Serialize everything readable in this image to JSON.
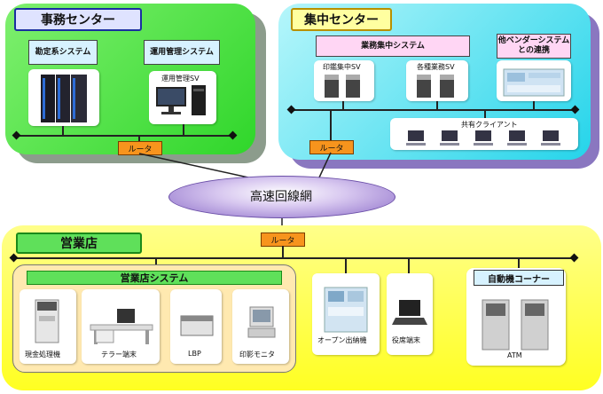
{
  "jimu_center": {
    "title": "事務センター",
    "systems": [
      {
        "label": "勘定系システム"
      },
      {
        "label": "運用管理システム"
      }
    ],
    "server_label": "運用管理SV",
    "router_label": "ルータ"
  },
  "shuchu_center": {
    "title": "集中センター",
    "gyomu_system": "業務集中システム",
    "vendor_system": "他ベンダーシステム\nとの連携",
    "servers": [
      {
        "label": "印鑑集中SV"
      },
      {
        "label": "各種業務SV"
      }
    ],
    "clients_label": "共有クライアント",
    "router_label": "ルータ"
  },
  "network": {
    "label": "高速回線網"
  },
  "eigyoten": {
    "title": "営業店",
    "router_label": "ルータ",
    "store_system": "営業店システム",
    "devices": [
      {
        "label": "現金処理機"
      },
      {
        "label": "テラー端末"
      },
      {
        "label": "LBP"
      },
      {
        "label": "印影モニタ"
      }
    ],
    "open_window": "オープン出納機",
    "terminal": "役席端末",
    "atm_corner": "自動機コーナー",
    "atm_label": "ATM"
  },
  "colors": {
    "green_panel": "#3fd934",
    "cyan_panel": "#33ddee",
    "yellow_panel": "#ffff33",
    "router": "#f7941d",
    "network_oval": "#a78bd6"
  }
}
